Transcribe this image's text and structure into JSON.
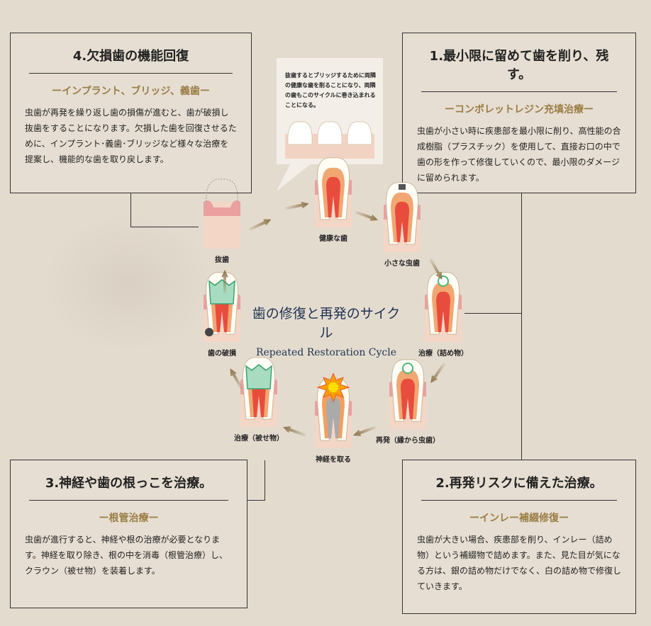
{
  "center": {
    "title_jp": "歯の修復と再発のサイクル",
    "title_en": "Repeated Restoration Cycle"
  },
  "callout": "抜歯するとブリッジするために両隣の健康な歯を削ることになり、両隣の歯もこのサイクルに巻き込まれることになる。",
  "boxes": {
    "b4": {
      "title": "4.欠損歯の機能回復",
      "subtitle": "ーインプラント、ブリッジ、義歯ー",
      "body": "虫歯が再発を繰り返し歯の損傷が進むと、歯が破損し抜歯をすることになります。欠損した歯を回復させるために、インプラント･義歯･ブリッジなど様々な治療を提案し、機能的な歯を取り戻します。"
    },
    "b1": {
      "title": "1.最小限に留めて歯を削り、残す。",
      "subtitle": "ーコンポレットレジン充填治療ー",
      "body": "虫歯が小さい時に疾患部を最小限に削り、高性能の合成樹脂（プラスチック）を使用して、直接お口の中で歯の形を作って修復していくので、最小限のダメージに留められます。"
    },
    "b3": {
      "title": "3.神経や歯の根っこを治療。",
      "subtitle": "ー根管治療ー",
      "body": "虫歯が進行すると、神経や根の治療が必要となります。神経を取り除き、根の中を消毒（根管治療）し、クラウン（被せ物）を装着します。"
    },
    "b2": {
      "title": "2.再発リスクに備えた治療。",
      "subtitle": "ーインレー補綴修復ー",
      "body": "虫歯が大きい場合、疾患部を削り、インレー（詰め物）という補綴物で詰めます。また、見た目が気になる方は、銀の詰め物だけでなく、白の詰め物で修復していきます。"
    }
  },
  "teeth": [
    {
      "label": "抜歯",
      "type": "extracted"
    },
    {
      "label": "健康な歯",
      "type": "healthy"
    },
    {
      "label": "小さな虫歯",
      "type": "small"
    },
    {
      "label": "治療（詰め物）",
      "type": "filling"
    },
    {
      "label": "再発（縁から虫歯）",
      "type": "recur"
    },
    {
      "label": "神経を取る",
      "type": "nerve"
    },
    {
      "label": "治療（被せ物）",
      "type": "crown"
    },
    {
      "label": "歯の破損",
      "type": "broken"
    }
  ]
}
